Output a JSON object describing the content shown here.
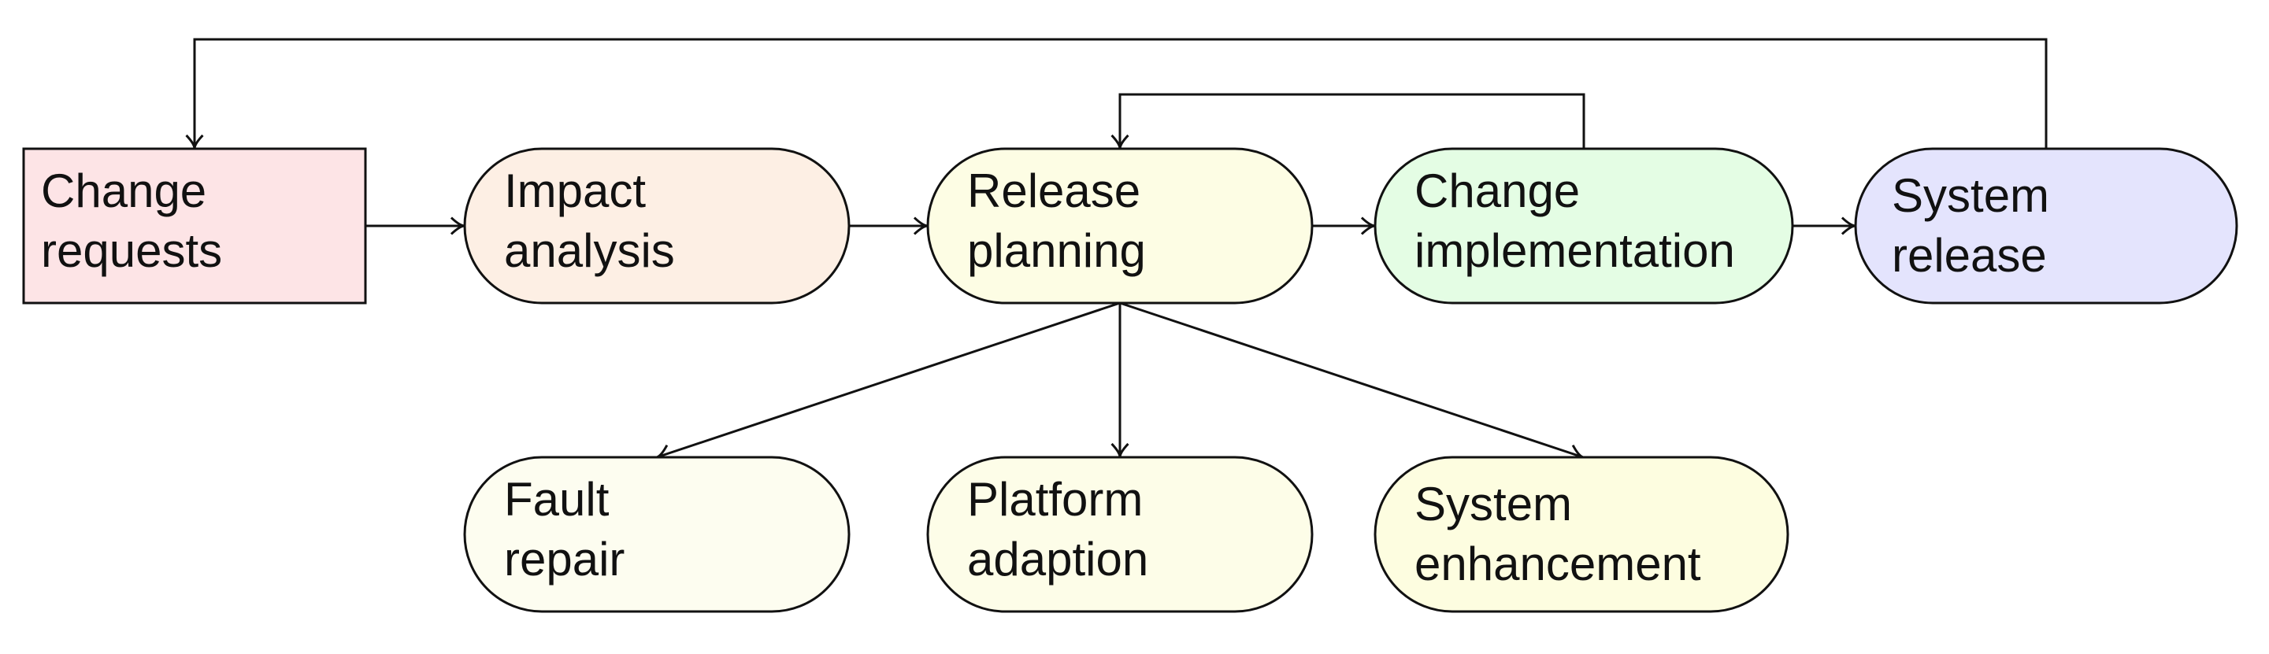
{
  "nodes": [
    {
      "id": "change_requests",
      "label": [
        "Change",
        "requests"
      ],
      "shape": "rectangle",
      "fill": "#fde4e6"
    },
    {
      "id": "impact_analysis",
      "label": [
        "Impact",
        "analysis"
      ],
      "shape": "rounded",
      "fill": "#fdefe4"
    },
    {
      "id": "release_planning",
      "label": [
        "Release",
        "planning"
      ],
      "shape": "rounded",
      "fill": "#fdfde4"
    },
    {
      "id": "change_implementation",
      "label": [
        "Change",
        "implementation"
      ],
      "shape": "rounded",
      "fill": "#e4fde4"
    },
    {
      "id": "system_release",
      "label": [
        "System",
        "release"
      ],
      "shape": "rounded",
      "fill": "#e4e4fd"
    },
    {
      "id": "fault_repair",
      "label": [
        "Fault",
        "repair"
      ],
      "shape": "rounded",
      "fill": "#fdfdf0"
    },
    {
      "id": "platform_adaption",
      "label": [
        "Platform",
        "adaption"
      ],
      "shape": "rounded",
      "fill": "#fdfde8"
    },
    {
      "id": "system_enhancement",
      "label": [
        "System",
        "enhancement"
      ],
      "shape": "rounded",
      "fill": "#fdfde0"
    }
  ],
  "edges": [
    {
      "from": "change_requests",
      "to": "impact_analysis"
    },
    {
      "from": "impact_analysis",
      "to": "release_planning"
    },
    {
      "from": "release_planning",
      "to": "change_implementation"
    },
    {
      "from": "change_implementation",
      "to": "system_release"
    },
    {
      "from": "change_implementation",
      "to": "release_planning"
    },
    {
      "from": "system_release",
      "to": "change_requests"
    },
    {
      "from": "release_planning",
      "to": "fault_repair"
    },
    {
      "from": "release_planning",
      "to": "platform_adaption"
    },
    {
      "from": "release_planning",
      "to": "system_enhancement"
    }
  ]
}
